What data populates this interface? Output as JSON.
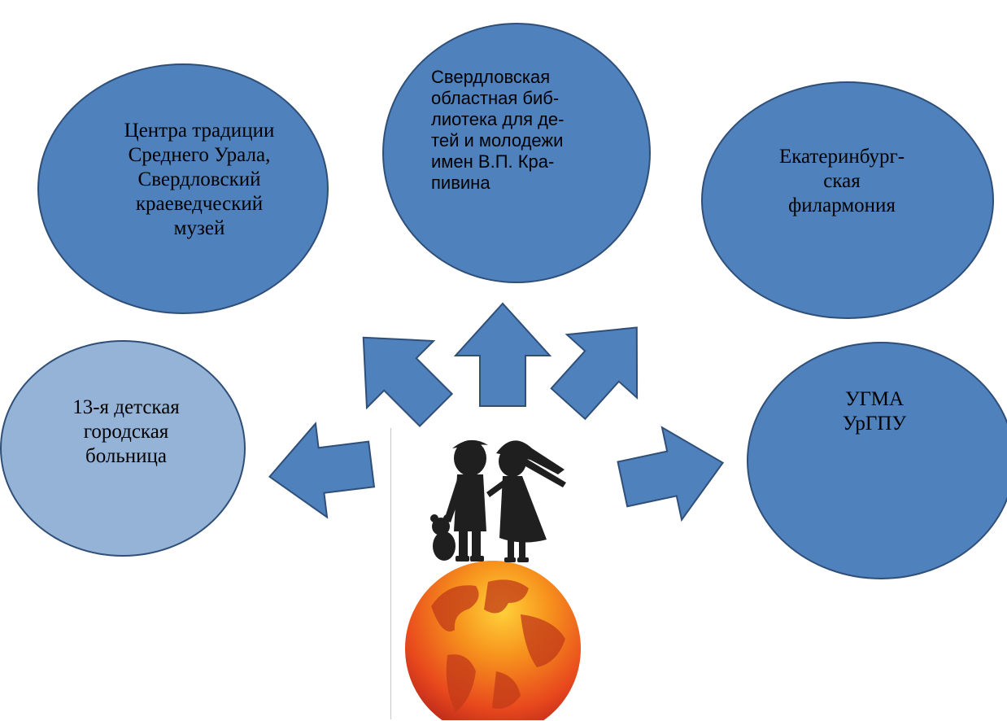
{
  "nodes": {
    "culture": "Центра   традиции\nСреднего Урала,\nСвердловский\nкраеведческий\nмузей",
    "library": "Свердловская\nобластная   биб-\nлиотека для де-\nтей и молодежи\nимен  В.П.  Кра-\nпивина",
    "philharmonic": "Екатеринбург-\nская\nфилармония",
    "hospital": "13-я детская\nгородская\nбольница",
    "universities": "УГМА\nУрГПУ"
  },
  "colors": {
    "node_fill": "#4f81bd",
    "node_fill_light": "#95b3d7",
    "node_stroke": "#2f4f78",
    "arrow_fill": "#4f81bd",
    "globe": "#e8491d"
  },
  "icons": {
    "center_logo": "children-on-globe-icon"
  }
}
